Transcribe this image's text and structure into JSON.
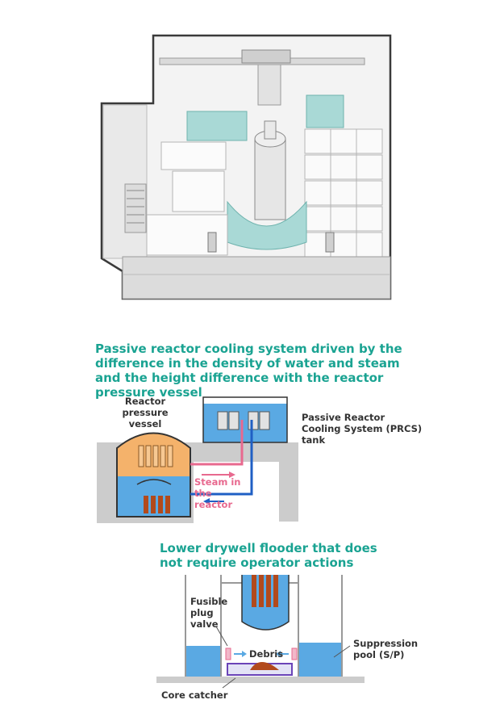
{
  "section1": {
    "heading": "Passive reactor cooling system driven by the difference in the density of water and steam and the height difference with the reactor pressure vessel",
    "labels": {
      "reactor_pressure_vessel": "Reactor pressure vessel",
      "prcs_tank": "Passive Reactor Cooling System (PRCS) tank",
      "steam": "Steam in the reactor"
    }
  },
  "section2": {
    "heading": "Lower drywell flooder that does not require operator actions",
    "labels": {
      "fusible_plug_valve": "Fusible plug valve",
      "debris": "Debris",
      "suppression_pool": "Suppression pool (S/P)",
      "core_catcher": "Core catcher"
    }
  },
  "colors": {
    "teal_heading": "#1aa392",
    "water_blue": "#5aa9e3",
    "vessel_orange": "#f4b26b",
    "steam_pink": "#e8698f",
    "cool_blue": "#1f5fc4",
    "rust": "#b24a1c",
    "structure_gray": "#c8c8c8",
    "pool_teal": "#a9d9d6"
  }
}
